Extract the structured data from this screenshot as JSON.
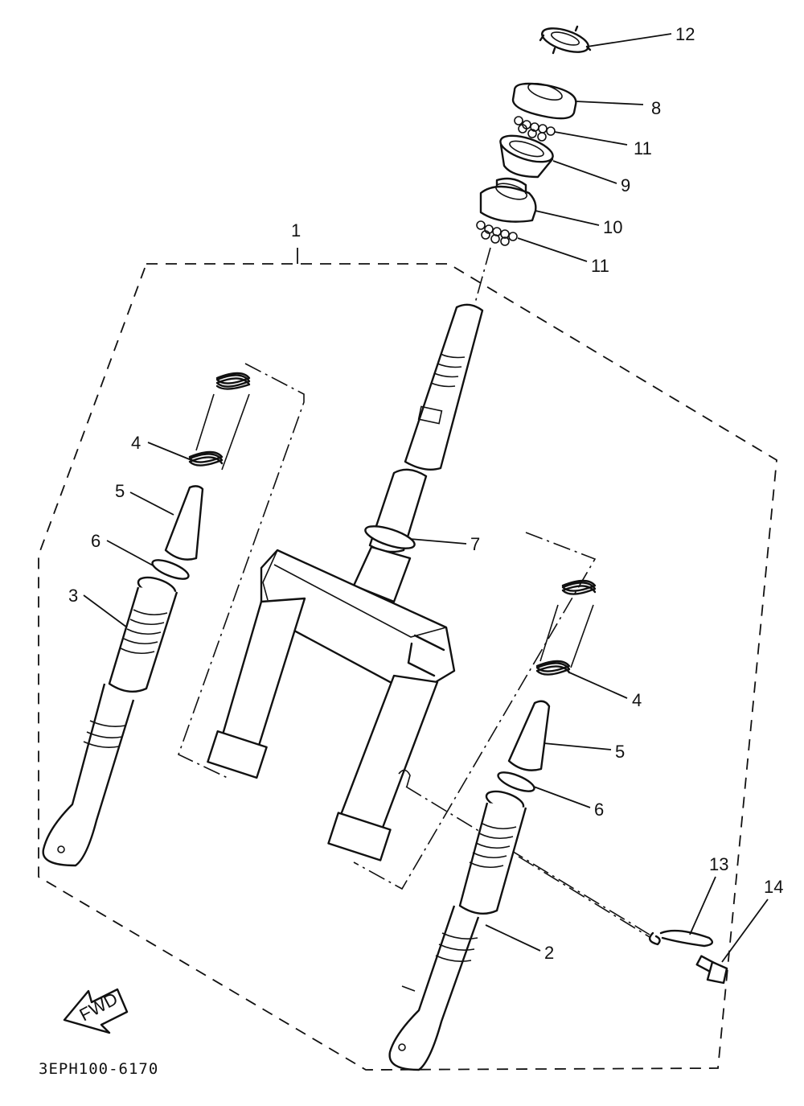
{
  "diagram": {
    "code": "3EPH100-6170",
    "fwd_label": "FWD",
    "callouts": [
      "12",
      "8",
      "11",
      "9",
      "10",
      "11",
      "1",
      "4",
      "5",
      "6",
      "3",
      "7",
      "4",
      "5",
      "6",
      "2",
      "13",
      "14"
    ]
  }
}
